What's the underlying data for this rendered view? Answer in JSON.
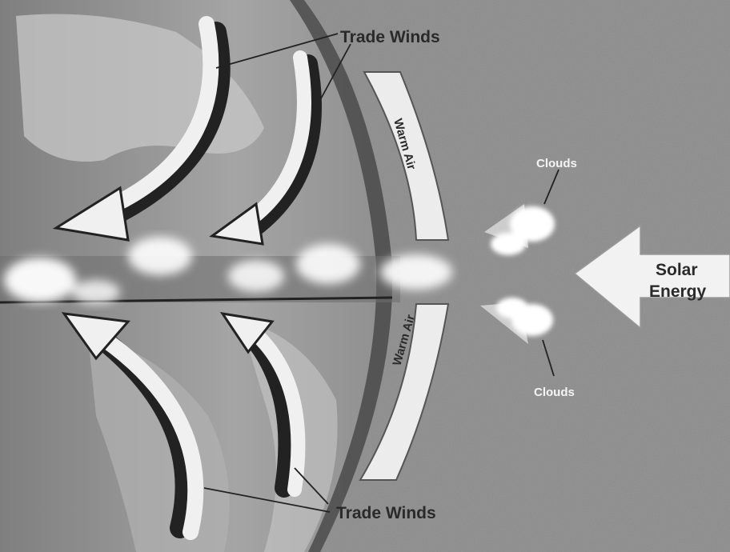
{
  "labels": {
    "trade_winds_top": "Trade Winds",
    "trade_winds_bottom": "Trade Winds",
    "warm_air_top": "Warm Air",
    "warm_air_bottom": "Warm Air",
    "clouds_top": "Clouds",
    "clouds_bottom": "Clouds",
    "solar_line1": "Solar",
    "solar_line2": "Energy"
  },
  "colors": {
    "space": "#8a8a8a",
    "earth_light": "#b8b8b8",
    "earth_mid": "#9a9a9a",
    "arrow_white": "#f0f0f0",
    "arrow_shadow": "#222222",
    "text_dark": "#2a2a2a"
  }
}
